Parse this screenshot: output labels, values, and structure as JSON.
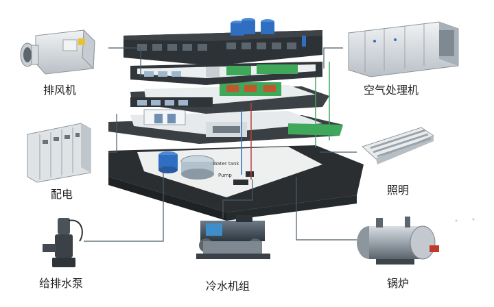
{
  "labels": {
    "exhaust_fan": "排风机",
    "power_distribution": "配电",
    "water_pump": "给排水泵",
    "air_handler": "空气处理机",
    "lighting": "照明",
    "chiller": "冷水机组",
    "boiler": "锅炉"
  },
  "building_tags": {
    "water_tank": "Water tank",
    "pump": "Pump"
  },
  "colors": {
    "connector_line": "#4a5a66",
    "floor_green": "#3fa85a",
    "slab_dark": "#2f3438",
    "tank_blue": "#2f6ec0"
  }
}
